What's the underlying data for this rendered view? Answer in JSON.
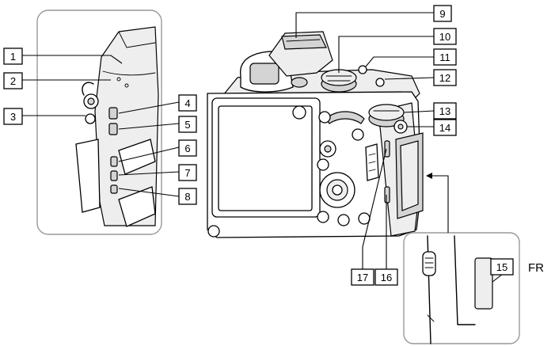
{
  "callouts": [
    {
      "label": "1"
    },
    {
      "label": "2"
    },
    {
      "label": "3"
    },
    {
      "label": "4"
    },
    {
      "label": "5"
    },
    {
      "label": "6"
    },
    {
      "label": "7"
    },
    {
      "label": "8"
    },
    {
      "label": "9"
    },
    {
      "label": "10"
    },
    {
      "label": "11"
    },
    {
      "label": "12"
    },
    {
      "label": "13"
    },
    {
      "label": "14"
    },
    {
      "label": "15"
    },
    {
      "label": "16"
    },
    {
      "label": "17"
    }
  ],
  "language_tag": "FR"
}
